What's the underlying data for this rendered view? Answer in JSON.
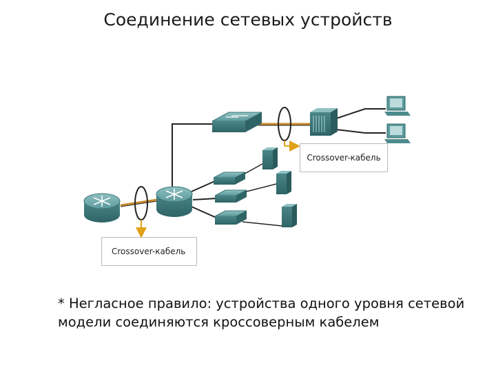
{
  "title": "Соединение сетевых устройств",
  "callouts": {
    "top": "Crossover-кабель",
    "bottom": "Crossover-кабель"
  },
  "note": {
    "line1": "* Негласное правило: устройства одного уровня сетевой",
    "line2": "модели соединяются кроссоверным кабелем"
  },
  "colors": {
    "device_fill": "#4d8a8c",
    "crossover_cable": "#c98a2b",
    "arrow": "#e0a11b"
  }
}
